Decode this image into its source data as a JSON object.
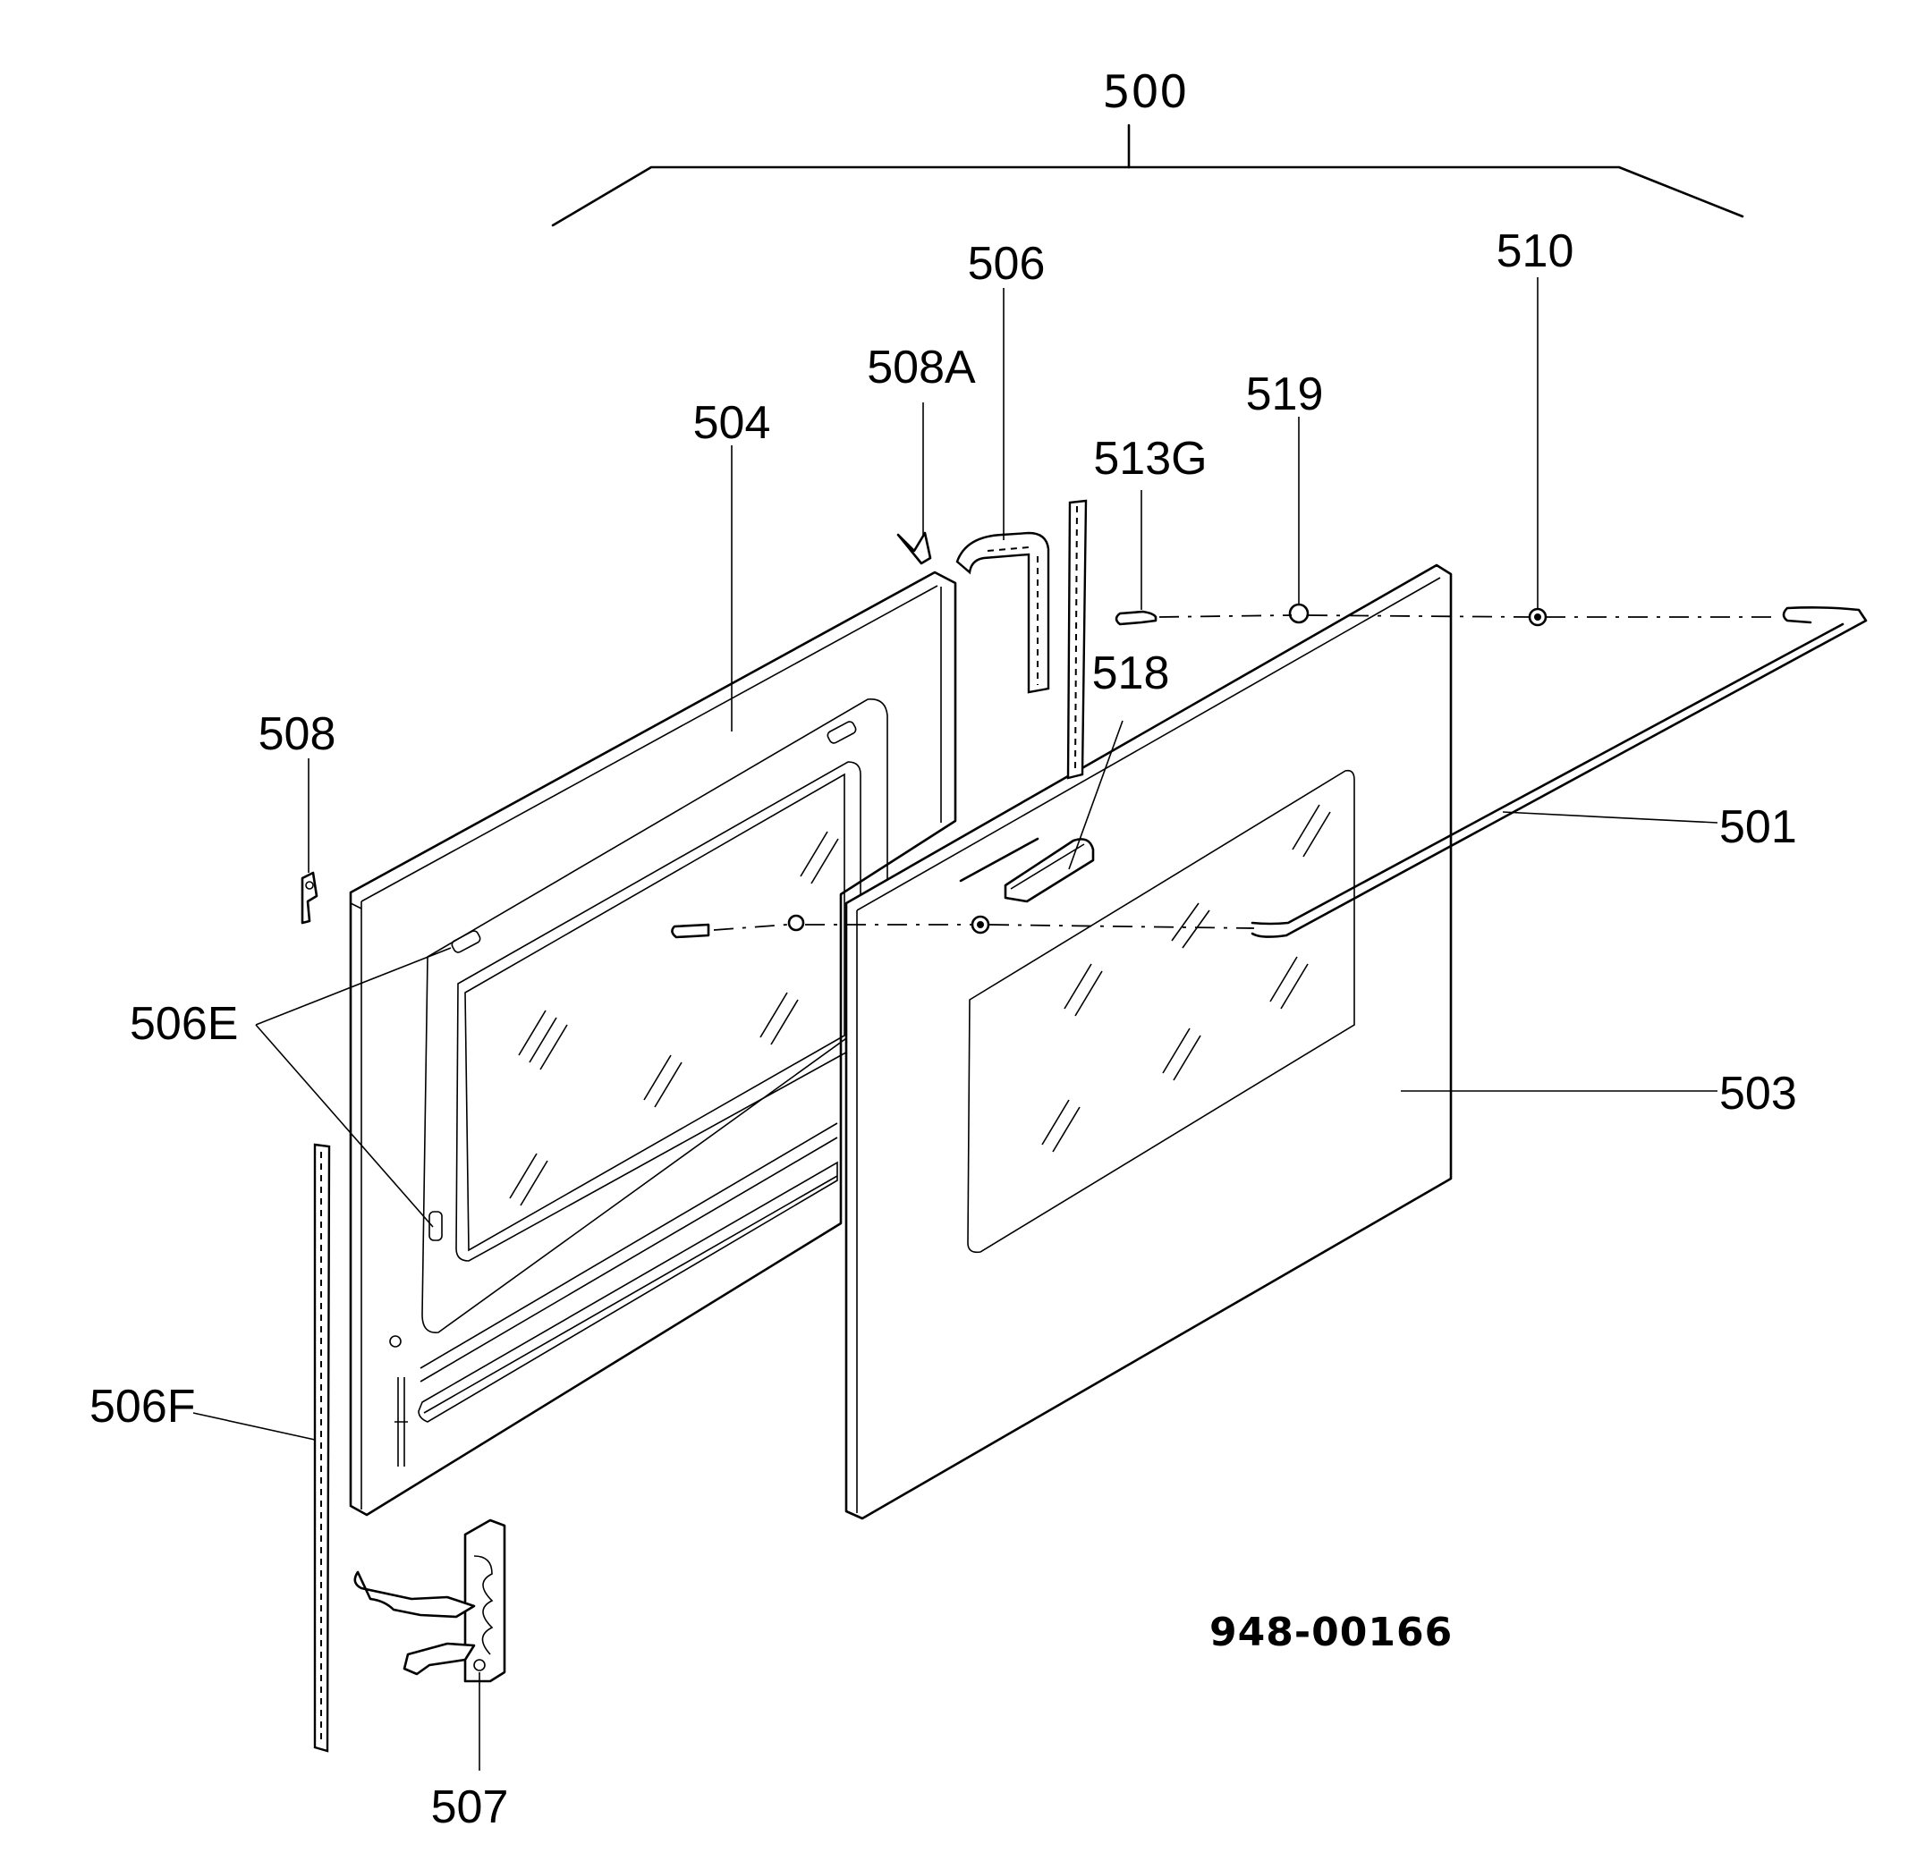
{
  "diagram": {
    "assembly_label": "500",
    "drawing_code": "948-00166",
    "callouts": [
      {
        "id": "500",
        "label": "500"
      },
      {
        "id": "501",
        "label": "501"
      },
      {
        "id": "503",
        "label": "503"
      },
      {
        "id": "504",
        "label": "504"
      },
      {
        "id": "506",
        "label": "506"
      },
      {
        "id": "506E",
        "label": "506E"
      },
      {
        "id": "506F",
        "label": "506F"
      },
      {
        "id": "507",
        "label": "507"
      },
      {
        "id": "508",
        "label": "508"
      },
      {
        "id": "508A",
        "label": "508A"
      },
      {
        "id": "510",
        "label": "510"
      },
      {
        "id": "513G",
        "label": "513G"
      },
      {
        "id": "518",
        "label": "518"
      },
      {
        "id": "519",
        "label": "519"
      }
    ]
  }
}
